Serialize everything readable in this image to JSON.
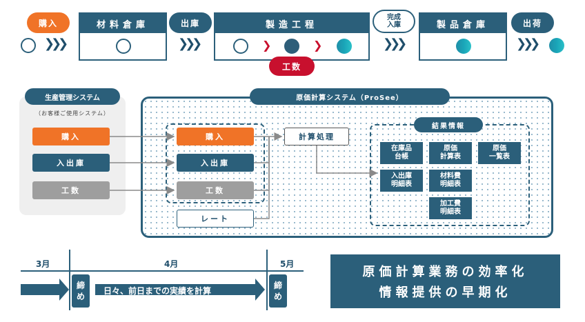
{
  "flow": {
    "purchase": "購入",
    "material_warehouse": "材料倉庫",
    "issue": "出庫",
    "manufacturing": "製造工程",
    "completion": "完成\n入庫",
    "product_warehouse": "製品倉庫",
    "shipping": "出荷",
    "labor": "工数"
  },
  "production_system": {
    "title": "生産管理システム",
    "subtitle": "（お客様ご使用システム）",
    "purchase": "購入",
    "inout": "入出庫",
    "labor": "工数"
  },
  "cost_system": {
    "title": "原価計算システム（ProSee）",
    "purchase": "購入",
    "inout": "入出庫",
    "labor": "工数",
    "rate": "レート",
    "calc": "計算処理",
    "results_title": "結果情報",
    "results": {
      "stock_ledger": "在庫品\n台帳",
      "cost_sheet": "原価\n計算表",
      "cost_list": "原価\n一覧表",
      "inout_detail": "入出庫\n明細表",
      "material_detail": "材料費\n明細表",
      "processing_detail": "加工費\n明細表"
    }
  },
  "timeline": {
    "month3": "3月",
    "month4": "4月",
    "month5": "5月",
    "close1": "締\nめ",
    "close2": "締\nめ",
    "daily": "日々、前日までの実績を計算"
  },
  "banner": {
    "line1": "原価計算業務の効率化",
    "line2": "情報提供の早期化"
  }
}
